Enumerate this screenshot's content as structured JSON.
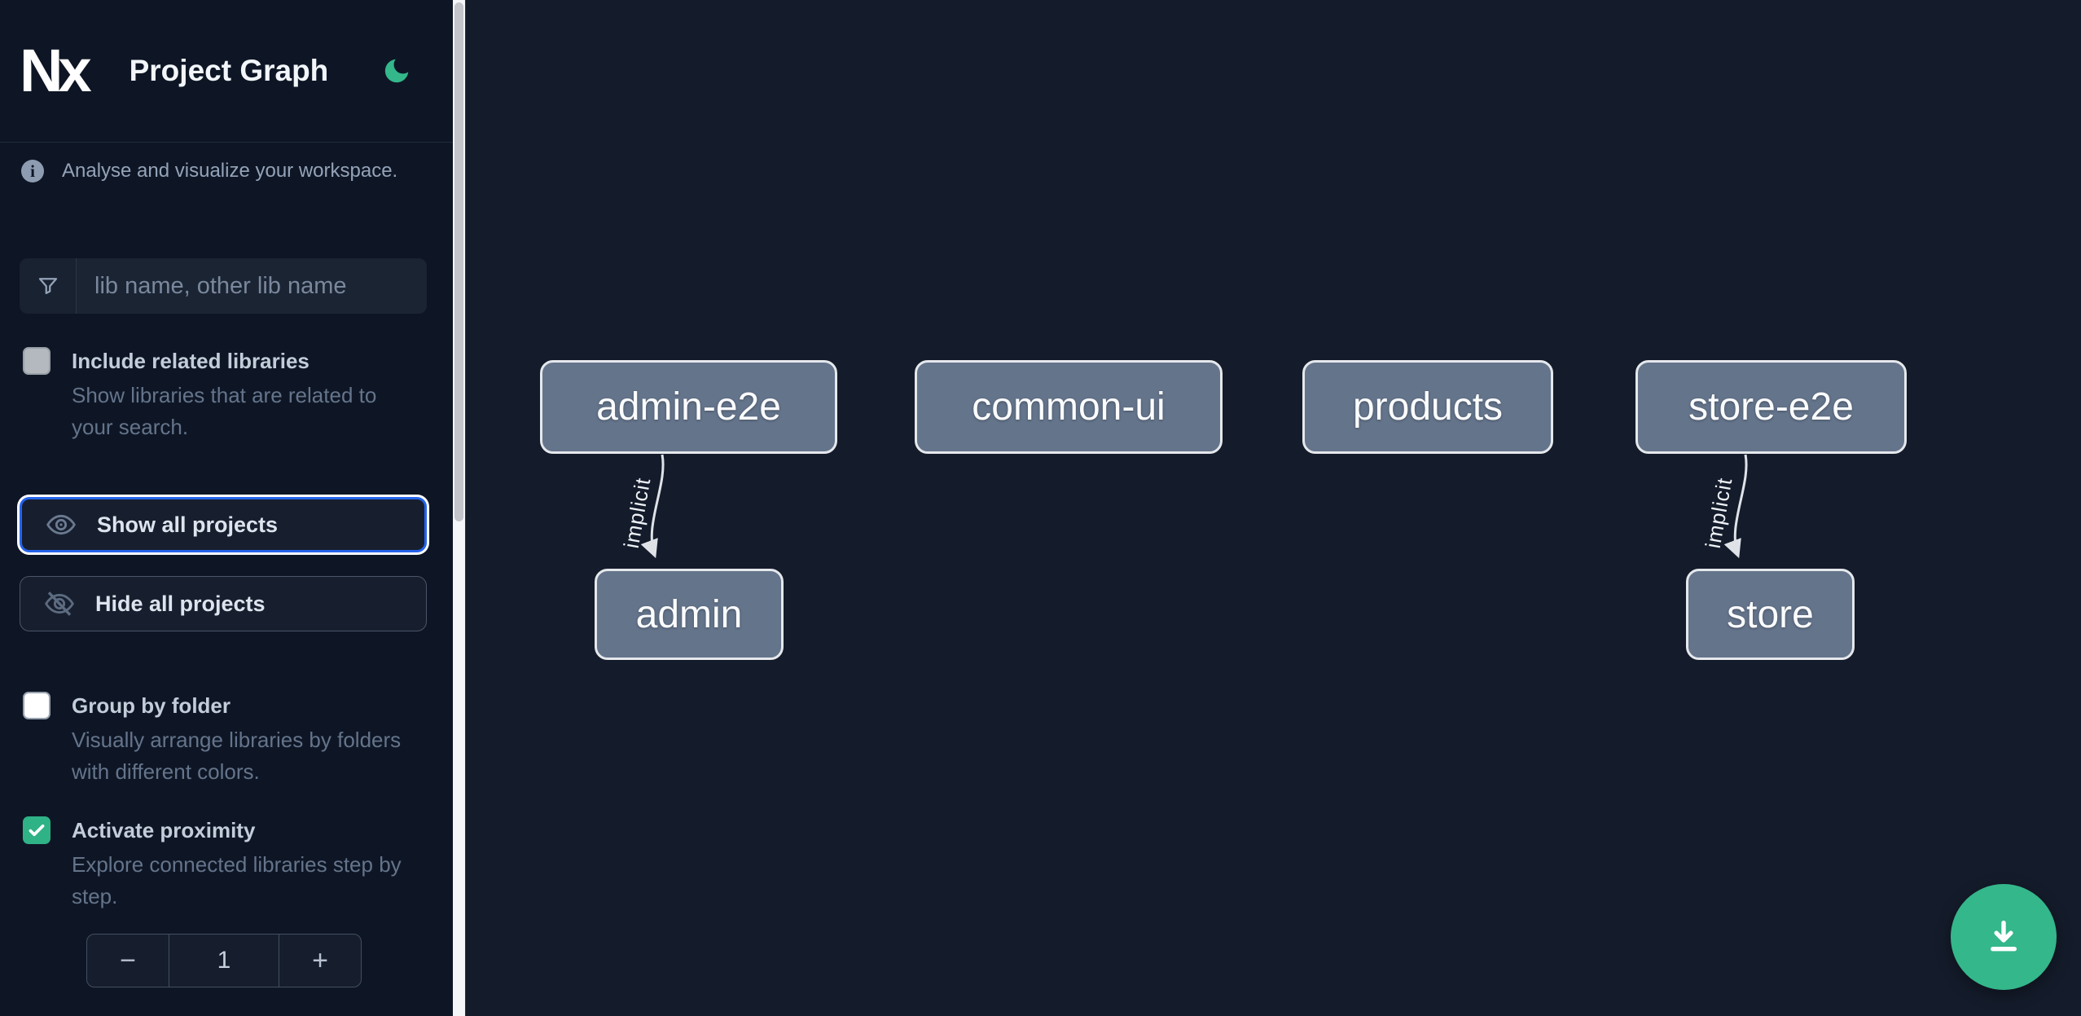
{
  "header": {
    "logo_text": "Nx",
    "title": "Project Graph",
    "theme_icon": "moon-icon"
  },
  "intro": {
    "text": "Analyse and visualize your workspace."
  },
  "search": {
    "placeholder": "lib name, other lib name",
    "value": ""
  },
  "options": [
    {
      "label": "Include related libraries",
      "description": "Show libraries that are related to your search.",
      "checked": false,
      "disabled": true
    },
    {
      "label": "Group by folder",
      "description": "Visually arrange libraries by folders with different colors.",
      "checked": false,
      "disabled": false
    },
    {
      "label": "Activate proximity",
      "description": "Explore connected libraries step by step.",
      "checked": true,
      "disabled": false
    }
  ],
  "actions": {
    "show_all": "Show all projects",
    "hide_all": "Hide all projects"
  },
  "stepper": {
    "decrement_label": "−",
    "value": "1",
    "increment_label": "+"
  },
  "graph": {
    "nodes": [
      {
        "id": "admin-e2e",
        "label": "admin-e2e"
      },
      {
        "id": "common-ui",
        "label": "common-ui"
      },
      {
        "id": "products",
        "label": "products"
      },
      {
        "id": "store-e2e",
        "label": "store-e2e"
      },
      {
        "id": "admin",
        "label": "admin"
      },
      {
        "id": "store",
        "label": "store"
      }
    ],
    "edges": [
      {
        "source": "admin-e2e",
        "target": "admin",
        "label": "implicit"
      },
      {
        "source": "store-e2e",
        "target": "store",
        "label": "implicit"
      }
    ]
  },
  "fab": {
    "icon": "download-icon"
  },
  "colors": {
    "accent": "#34b78a",
    "focus-blue": "#2563eb",
    "sidebar-bg": "#0e1625",
    "canvas-bg": "#141b2a",
    "node-fill": "#64748b",
    "node-border": "#e5e8ec",
    "edge-color": "#dfe3e8"
  }
}
